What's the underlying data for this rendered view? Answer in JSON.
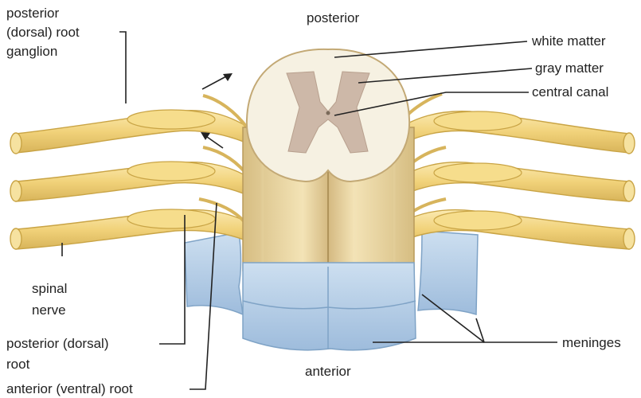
{
  "labels": {
    "dorsal_root_ganglion": [
      "posterior",
      "(dorsal) root",
      "ganglion"
    ],
    "posterior": "posterior",
    "white_matter": "white matter",
    "gray_matter": "gray matter",
    "central_canal": "central canal",
    "spinal_nerve": [
      "spinal",
      "nerve"
    ],
    "posterior_dorsal_root": [
      "posterior (dorsal)",
      "root"
    ],
    "anterior": "anterior",
    "meninges": "meninges",
    "anterior_ventral_root": "anterior (ventral) root"
  },
  "colors": {
    "nerve_fill": "#f4dc8a",
    "nerve_stroke": "#c9a445",
    "cord_body": "#efdcaa",
    "white_matter": "#f6f1e2",
    "gray_matter": "#cdb8a8",
    "meninges": "#b7cee3",
    "meninges_dark": "#7fa3c6"
  }
}
